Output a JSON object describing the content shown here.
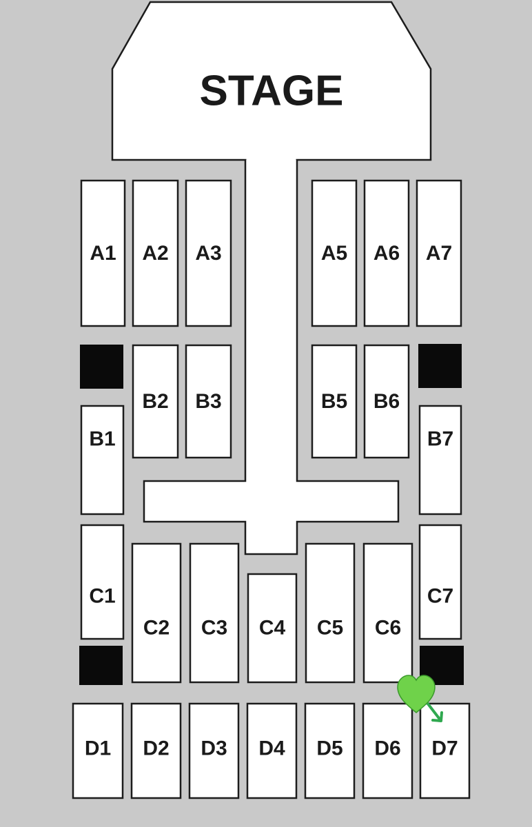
{
  "stage": {
    "label": "STAGE"
  },
  "sections": {
    "A1": "A1",
    "A2": "A2",
    "A3": "A3",
    "A5": "A5",
    "A6": "A6",
    "A7": "A7",
    "B1": "B1",
    "B2": "B2",
    "B3": "B3",
    "B5": "B5",
    "B6": "B6",
    "B7": "B7",
    "C1": "C1",
    "C2": "C2",
    "C3": "C3",
    "C4": "C4",
    "C5": "C5",
    "C6": "C6",
    "C7": "C7",
    "D1": "D1",
    "D2": "D2",
    "D3": "D3",
    "D4": "D4",
    "D5": "D5",
    "D6": "D6",
    "D7": "D7"
  },
  "marker": {
    "icon": "green-heart-icon",
    "color": "#6fd24a",
    "arrow_color": "#2fa84f",
    "points_to": "D7"
  },
  "colors": {
    "background": "#c9c9c9",
    "section_fill": "#ffffff",
    "outline": "#1c1c1c",
    "blocked": "#0a0a0a"
  }
}
